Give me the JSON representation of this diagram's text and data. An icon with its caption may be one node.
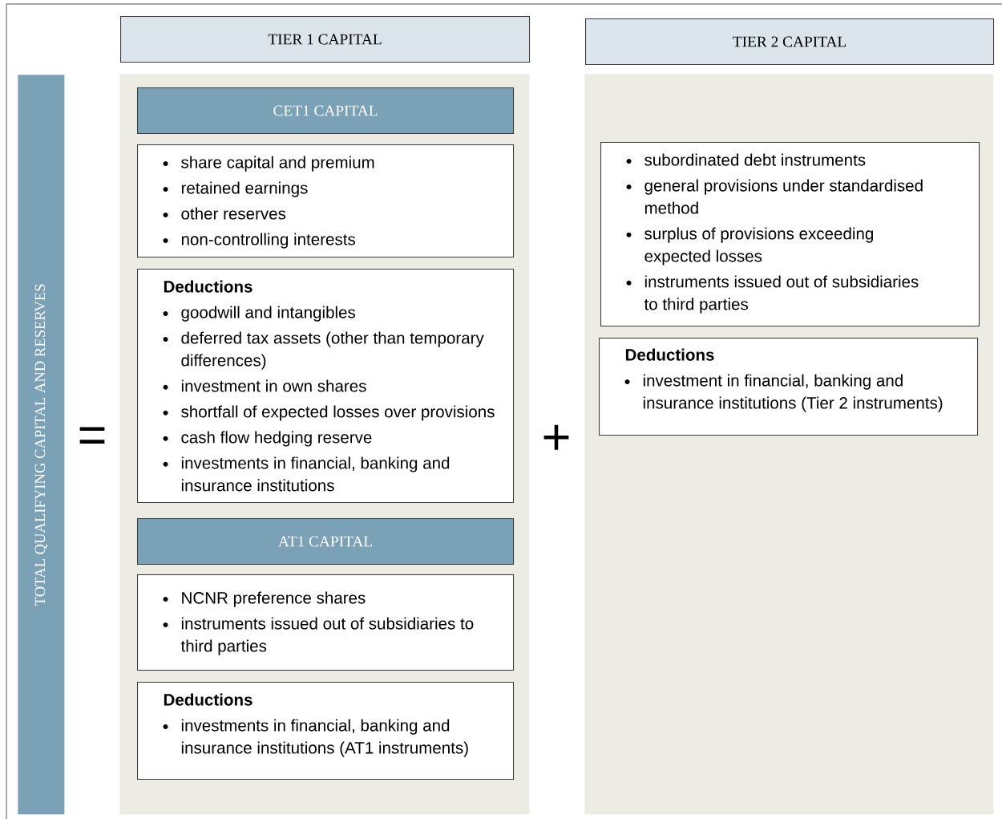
{
  "diagram": {
    "nodes": [
      {
        "text": [
          "TOTAL QUALIFYING CAPITAL AND RESERVES"
        ]
      },
      {
        "text": [
          "TIER 1 CAPITAL"
        ]
      },
      {
        "text": [],
        "shape": "box"
      },
      {
        "text": [
          "CET1 CAPITAL"
        ],
        "in": 2
      },
      {
        "text": [
          "share capital and premium",
          "retained earnings",
          "other reserves",
          "non-controlling interests"
        ],
        "in": 2
      },
      {
        "text": [
          "Deductions",
          "goodwill and intangibles",
          "deferred tax assets (other than temporary differences)",
          "investment in own shares",
          "shortfall of expected losses over provisions",
          "cash flow hedging reserve",
          "investments in financial, banking and insurance institutions"
        ],
        "in": 2
      },
      {
        "text": [
          "AT1 CAPITAL"
        ],
        "in": 2
      },
      {
        "text": [
          "NCNR preference shares",
          "instruments issued out of subsidiaries to third parties"
        ],
        "in": 2
      },
      {
        "text": [
          "Deductions",
          "investments in financial, banking and insurance institutions (AT1 instruments)"
        ],
        "in": 2
      },
      {
        "text": [
          "TIER 2 CAPITAL"
        ]
      },
      {
        "text": [],
        "shape": "box"
      },
      {
        "text": [
          "subordinated debt instruments",
          "general provisions under standardised method",
          "surplus of provisions exceeding expected losses",
          "instruments issued out of subsidiaries to third parties"
        ],
        "in": 10
      },
      {
        "text": [
          "Deductions",
          "investment in financial, banking and insurance institutions (Tier 2 instruments)"
        ],
        "in": 10
      }
    ],
    "labels": [
      "=",
      "+"
    ]
  }
}
